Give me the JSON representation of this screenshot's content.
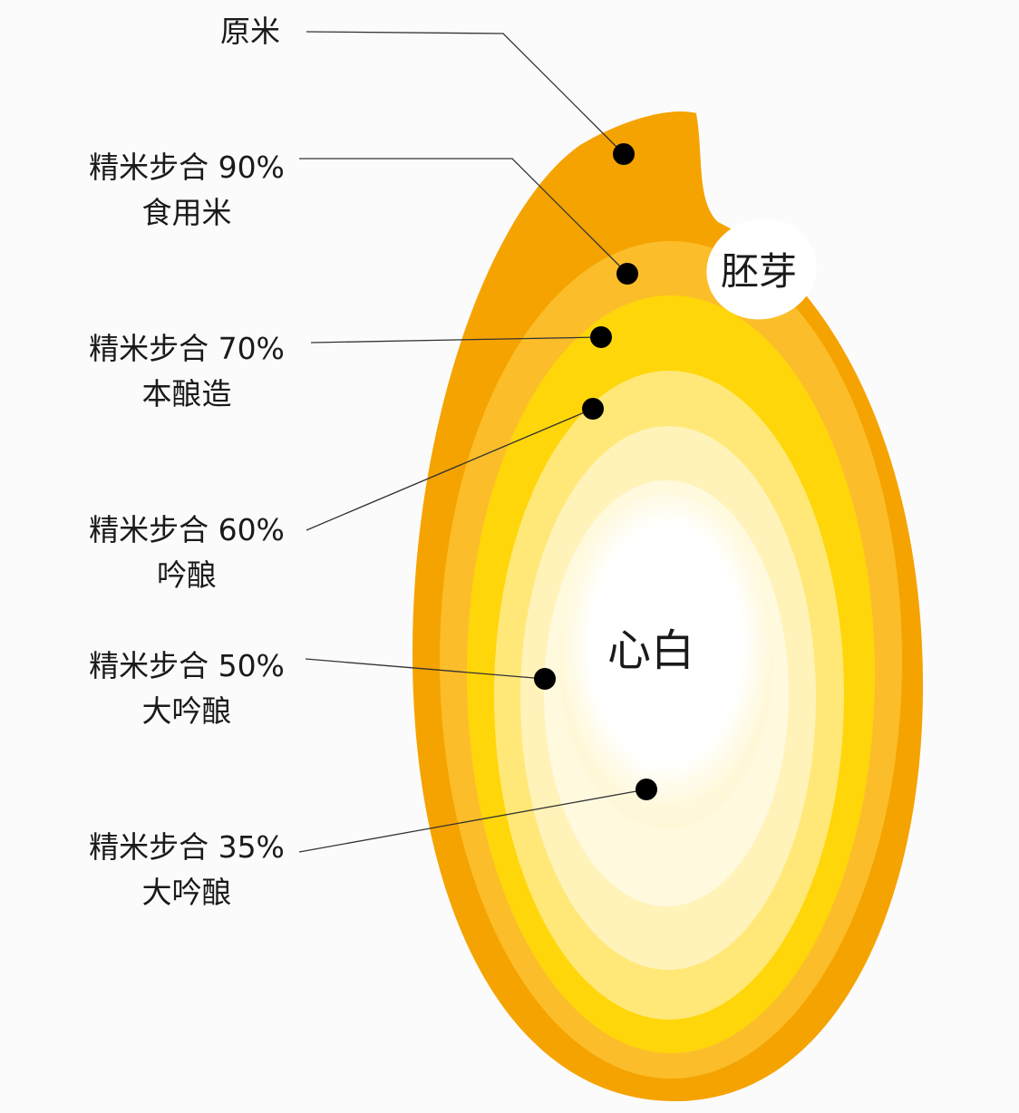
{
  "labels": [
    {
      "line1": "原米",
      "line2": ""
    },
    {
      "line1": "精米步合 90%",
      "line2": "食用米"
    },
    {
      "line1": "精米步合 70%",
      "line2": "本酿造"
    },
    {
      "line1": "精米步合 60%",
      "line2": "吟酿"
    },
    {
      "line1": "精米步合 50%",
      "line2": "大吟酿"
    },
    {
      "line1": "精米步合 35%",
      "line2": "大吟酿"
    }
  ],
  "embryo_label": "胚芽",
  "core_label": "心白",
  "colors": {
    "outer": "#F5A300",
    "layer_90": "#FBBE2A",
    "layer_70": "#FFD60A",
    "layer_60": "#FFE878",
    "layer_50": "#FFF3BA",
    "core": "#FFFFFF",
    "embryo": "#FFFFFF"
  }
}
